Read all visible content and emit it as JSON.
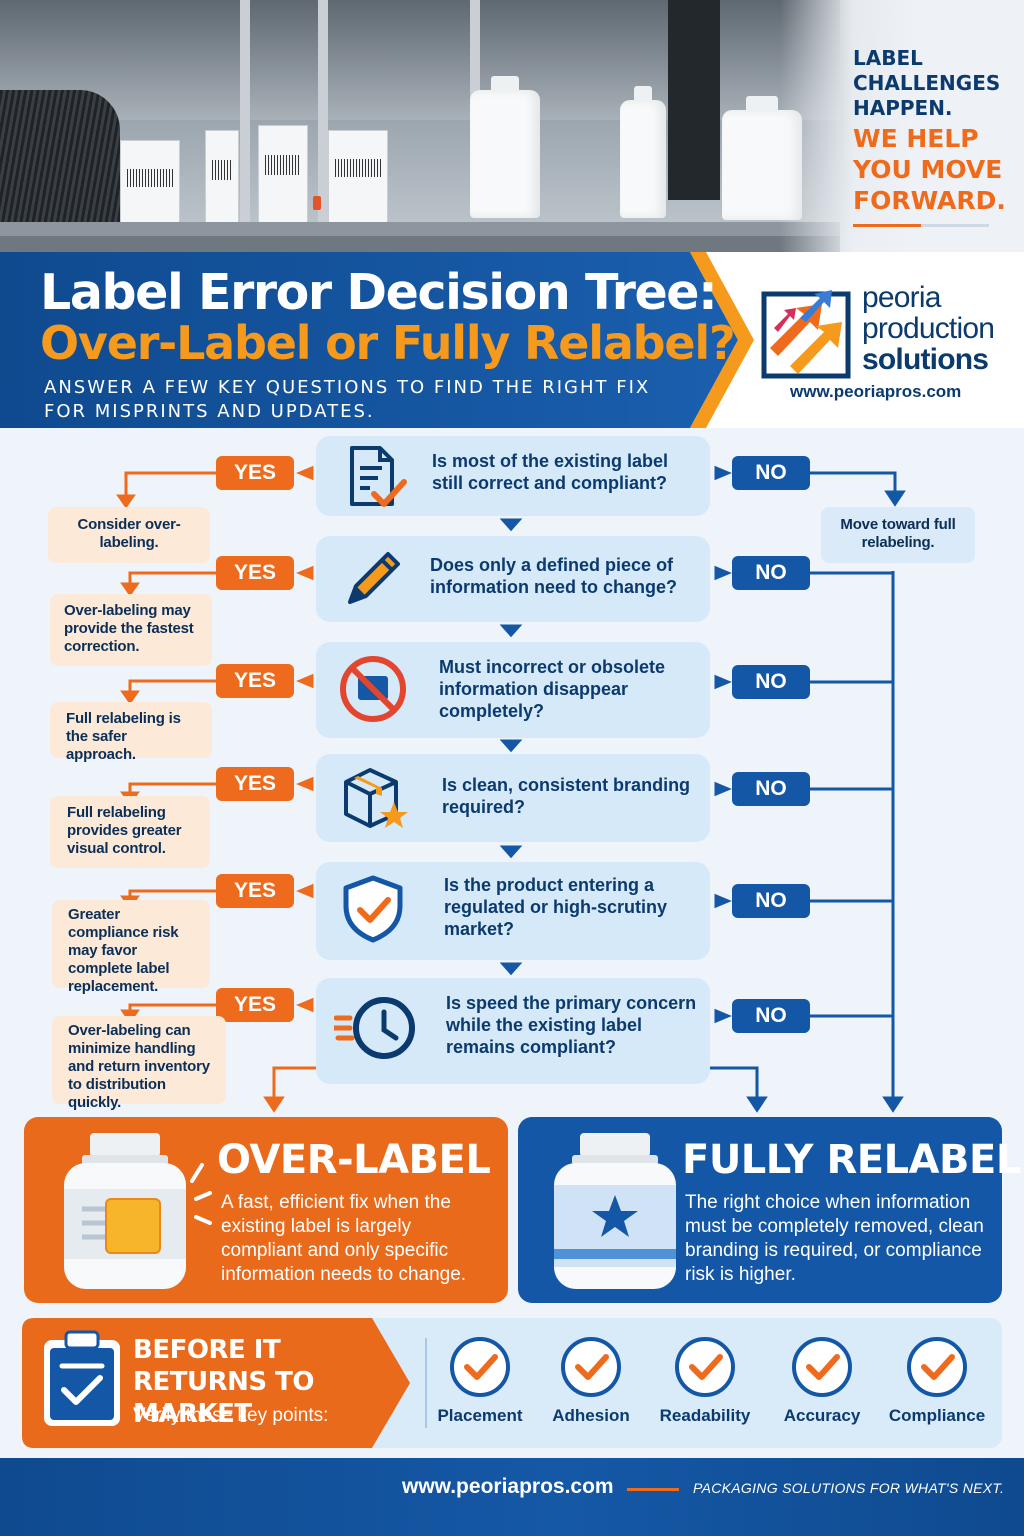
{
  "hero": {
    "tagline_line1": "LABEL CHALLENGES HAPPEN.",
    "tagline_line2": "WE HELP YOU MOVE FORWARD."
  },
  "header": {
    "title_line1": "Label Error Decision Tree:",
    "title_line2": "Over-Label or Fully Relabel?",
    "subtitle": "ANSWER A FEW KEY QUESTIONS TO FIND THE RIGHT FIX FOR MISPRINTS AND UPDATES."
  },
  "logo": {
    "name_line1": "peoria",
    "name_line2": "production",
    "name_line3": "solutions",
    "url": "www.peoriapros.com"
  },
  "tree": {
    "yes_label": "YES",
    "no_label": "NO",
    "questions": [
      {
        "text": "Is most of the existing label still correct and compliant?",
        "icon": "document-check-icon",
        "yes_note": "Consider over-labeling.",
        "no_note": "Move toward full relabeling."
      },
      {
        "text": "Does only a defined piece of information need to change?",
        "icon": "pencil-icon",
        "yes_note": "Over-labeling may provide the fastest correction."
      },
      {
        "text": "Must incorrect or obsolete information disappear completely?",
        "icon": "prohibited-icon",
        "yes_note": "Full relabeling is the safer approach."
      },
      {
        "text": "Is clean, consistent branding required?",
        "icon": "box-star-icon",
        "yes_note": "Full relabeling provides greater visual control."
      },
      {
        "text": "Is the product entering a regulated or high-scrutiny market?",
        "icon": "shield-check-icon",
        "yes_note": "Greater compliance risk may favor complete label replacement."
      },
      {
        "text": "Is speed the primary concern while the existing label remains compliant?",
        "icon": "fast-clock-icon",
        "yes_note": "Over-labeling can minimize handling and return inventory to distribution quickly."
      }
    ]
  },
  "outcomes": {
    "over_label": {
      "title": "OVER-LABEL",
      "text": "A fast, efficient fix when the existing label is largely compliant and only specific information needs to change."
    },
    "full_relabel": {
      "title": "FULLY RELABEL",
      "text": "The right choice when information must be completely removed, clean branding is required, or compliance risk is higher."
    }
  },
  "checklist": {
    "title": "BEFORE IT RETURNS TO MARKET",
    "subtitle": "Verify these key points:",
    "items": [
      "Placement",
      "Adhesion",
      "Readability",
      "Accuracy",
      "Compliance"
    ]
  },
  "footer": {
    "url": "www.peoriapros.com",
    "tagline": "PACKAGING SOLUTIONS FOR WHAT'S NEXT."
  },
  "colors": {
    "orange": "#ee6a1c",
    "blue": "#1357a6",
    "navy": "#0b3a6e",
    "light_blue": "#d6e9f8"
  }
}
